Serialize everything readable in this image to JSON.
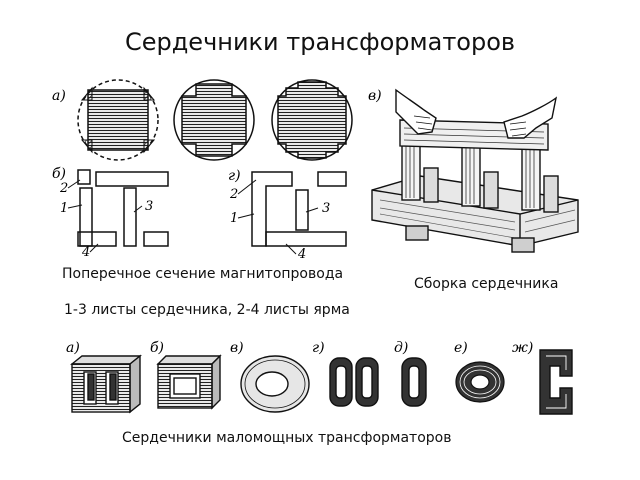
{
  "title": "Сердечники трансформаторов",
  "captions": {
    "cross_section": "Поперечное сечение магнитопровода",
    "legend": "1-3 листы сердечника, 2-4 листы ярма",
    "assembly": "Сборка сердечника",
    "small_cores": "Сердечники маломощных трансформаторов"
  },
  "panel_labels": {
    "a": "а)",
    "b": "б)",
    "v": "в)",
    "g": "г)"
  },
  "part_numbers": [
    "1",
    "2",
    "3",
    "4"
  ],
  "small_core_labels": [
    "а)",
    "б)",
    "в)",
    "г)",
    "д)",
    "е)",
    "ж)"
  ]
}
